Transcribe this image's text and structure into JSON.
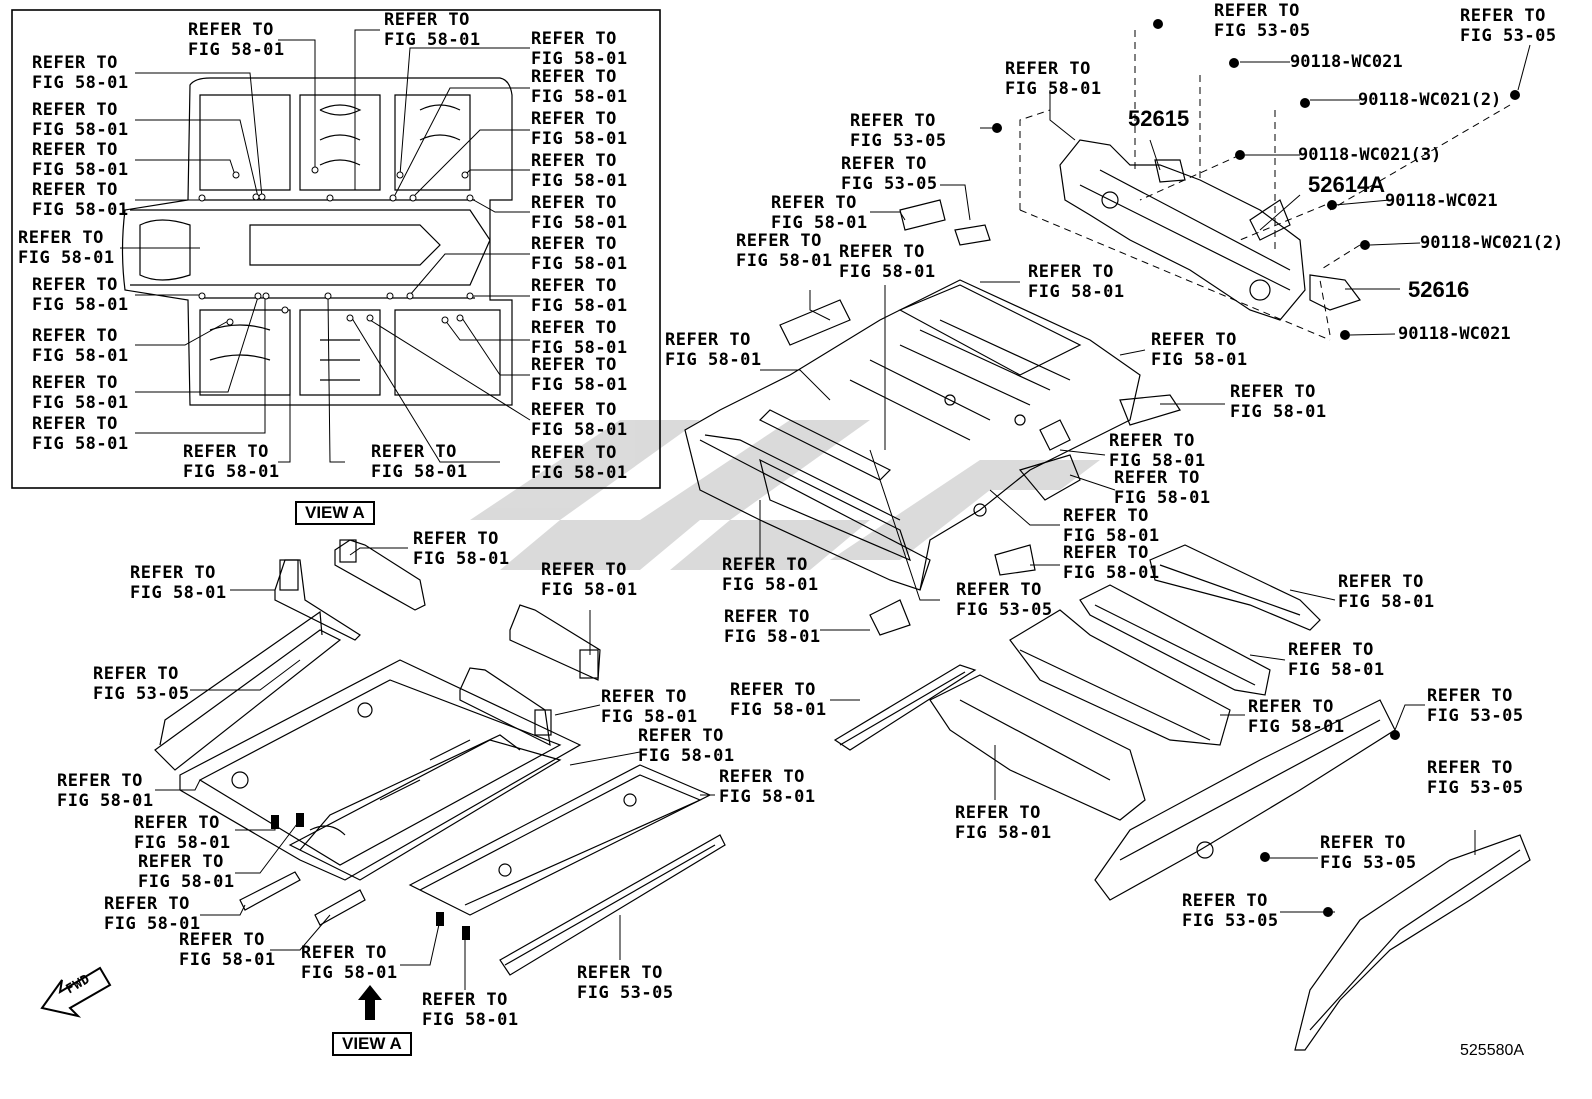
{
  "ref_text": {
    "refer": "REFER TO",
    "fig5801": "FIG 58-01",
    "fig5305": "FIG 53-05"
  },
  "view_a_label": "VIEW A",
  "fwd_label": "FWD",
  "part_numbers": {
    "p52615": "52615",
    "p52614a": "52614A",
    "p52616": "52616",
    "b1": "90118-WC021",
    "b2": "90118-WC021(2)",
    "b3": "90118-WC021(3)",
    "b4": "90118-WC021",
    "b5": "90118-WC021(2)",
    "b6": "90118-WC021"
  },
  "diagram_code": "525580A",
  "watermark": "SSC",
  "colors": {
    "line": "#000000",
    "watermark": "#c8c8c8",
    "background": "#ffffff"
  }
}
